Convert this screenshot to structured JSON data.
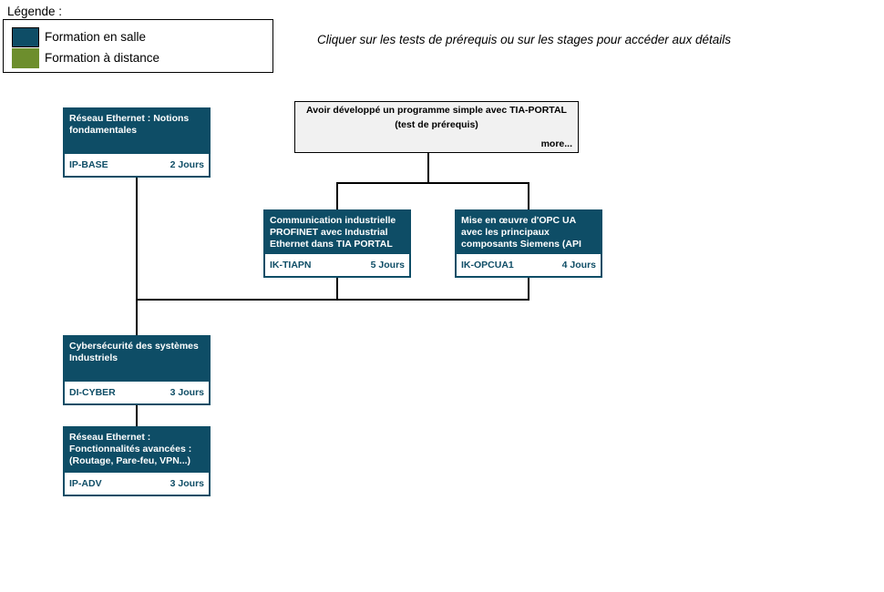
{
  "legend": {
    "heading": "Légende :",
    "items": [
      {
        "label": "Formation en salle",
        "swatch": "classroom-color-swatch",
        "color": "#0e4d66"
      },
      {
        "label": "Formation à distance",
        "swatch": "distance-color-swatch",
        "color": "#6d8e2d"
      }
    ]
  },
  "instruction": "Cliquer sur les tests de prérequis ou sur les stages pour accéder aux détails",
  "prerequisite_test": {
    "title_line1": "Avoir développé un programme simple avec TIA-PORTAL",
    "title_line2": "(test de prérequis)",
    "more_label": "more..."
  },
  "courses": [
    {
      "title": "Réseau Ethernet : Notions fondamentales",
      "code": "IP-BASE",
      "duration": "2 Jours"
    },
    {
      "title": "Communication industrielle PROFINET avec Industrial Ethernet dans TIA PORTAL",
      "code": "IK-TIAPN",
      "duration": "5 Jours"
    },
    {
      "title": "Mise en œuvre d'OPC UA avec les principaux composants Siemens (API",
      "code": "IK-OPCUA1",
      "duration": "4 Jours"
    },
    {
      "title": "Cybersécurité des systèmes Industriels",
      "code": "DI-CYBER",
      "duration": "3 Jours"
    },
    {
      "title": "Réseau Ethernet : Fonctionnalités avancées : (Routage, Pare-feu, VPN...)",
      "code": "IP-ADV",
      "duration": "3 Jours"
    }
  ],
  "colors": {
    "classroom_training": "#0e4d66",
    "distance_training": "#6d8e2d",
    "prereq_background": "#f1f1f1",
    "connector_line": "#000000"
  }
}
